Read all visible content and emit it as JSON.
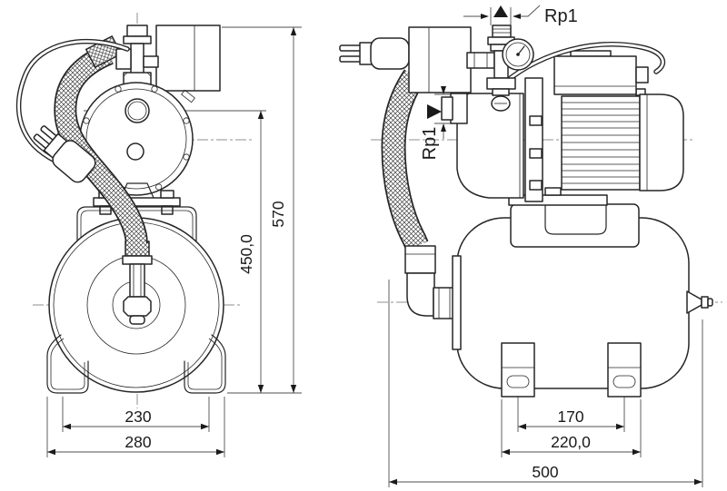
{
  "colors": {
    "background": "#ffffff",
    "line": "#262626",
    "centerline": "#8f8f8f",
    "dimension_line": "#4f4f4f",
    "text": "#1a1a1a"
  },
  "front_view": {
    "dimensions": {
      "foot_spacing": "230",
      "overall_width": "280",
      "port_center_height": "450,0",
      "overall_height": "570"
    }
  },
  "side_view": {
    "dimensions": {
      "foot_slot_spacing": "170",
      "foot_outer_spacing": "220,0",
      "overall_length": "500"
    },
    "ports": {
      "discharge_thread": "Rp1",
      "suction_thread": "Rp1"
    }
  }
}
